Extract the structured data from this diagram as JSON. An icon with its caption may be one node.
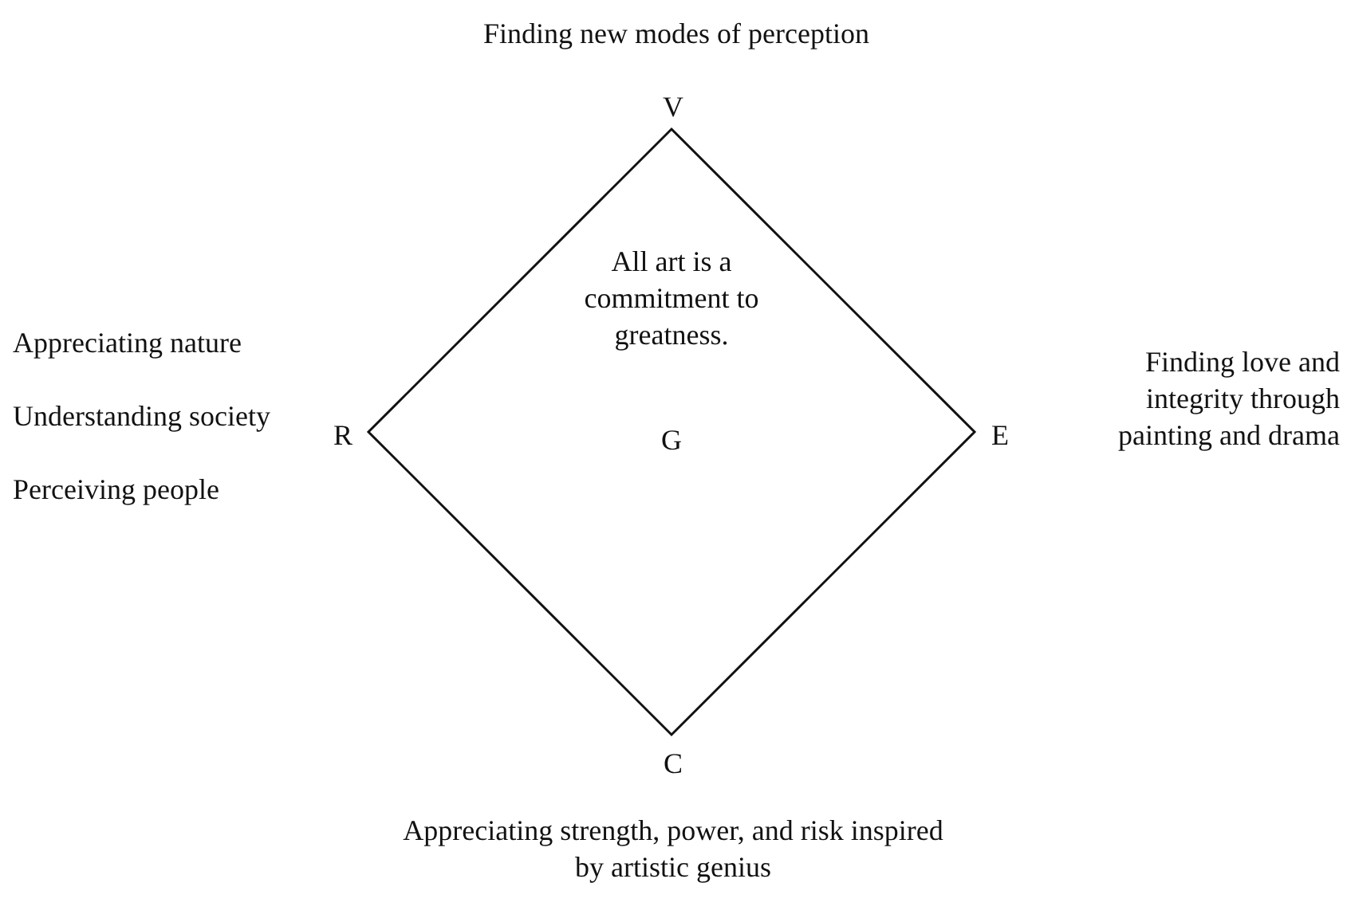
{
  "diagram": {
    "nodes": [
      {
        "text": [
          "All art is a commitment to greatness.",
          "G"
        ]
      }
    ],
    "edges": [],
    "labels": [
      "Finding new modes of perception",
      "V",
      "Appreciating nature",
      "Understanding society",
      "Perceiving people",
      "R",
      "E",
      "Finding love and integrity through painting and drama",
      "C",
      "Appreciating strength, power, and risk inspired by artistic genius"
    ]
  }
}
